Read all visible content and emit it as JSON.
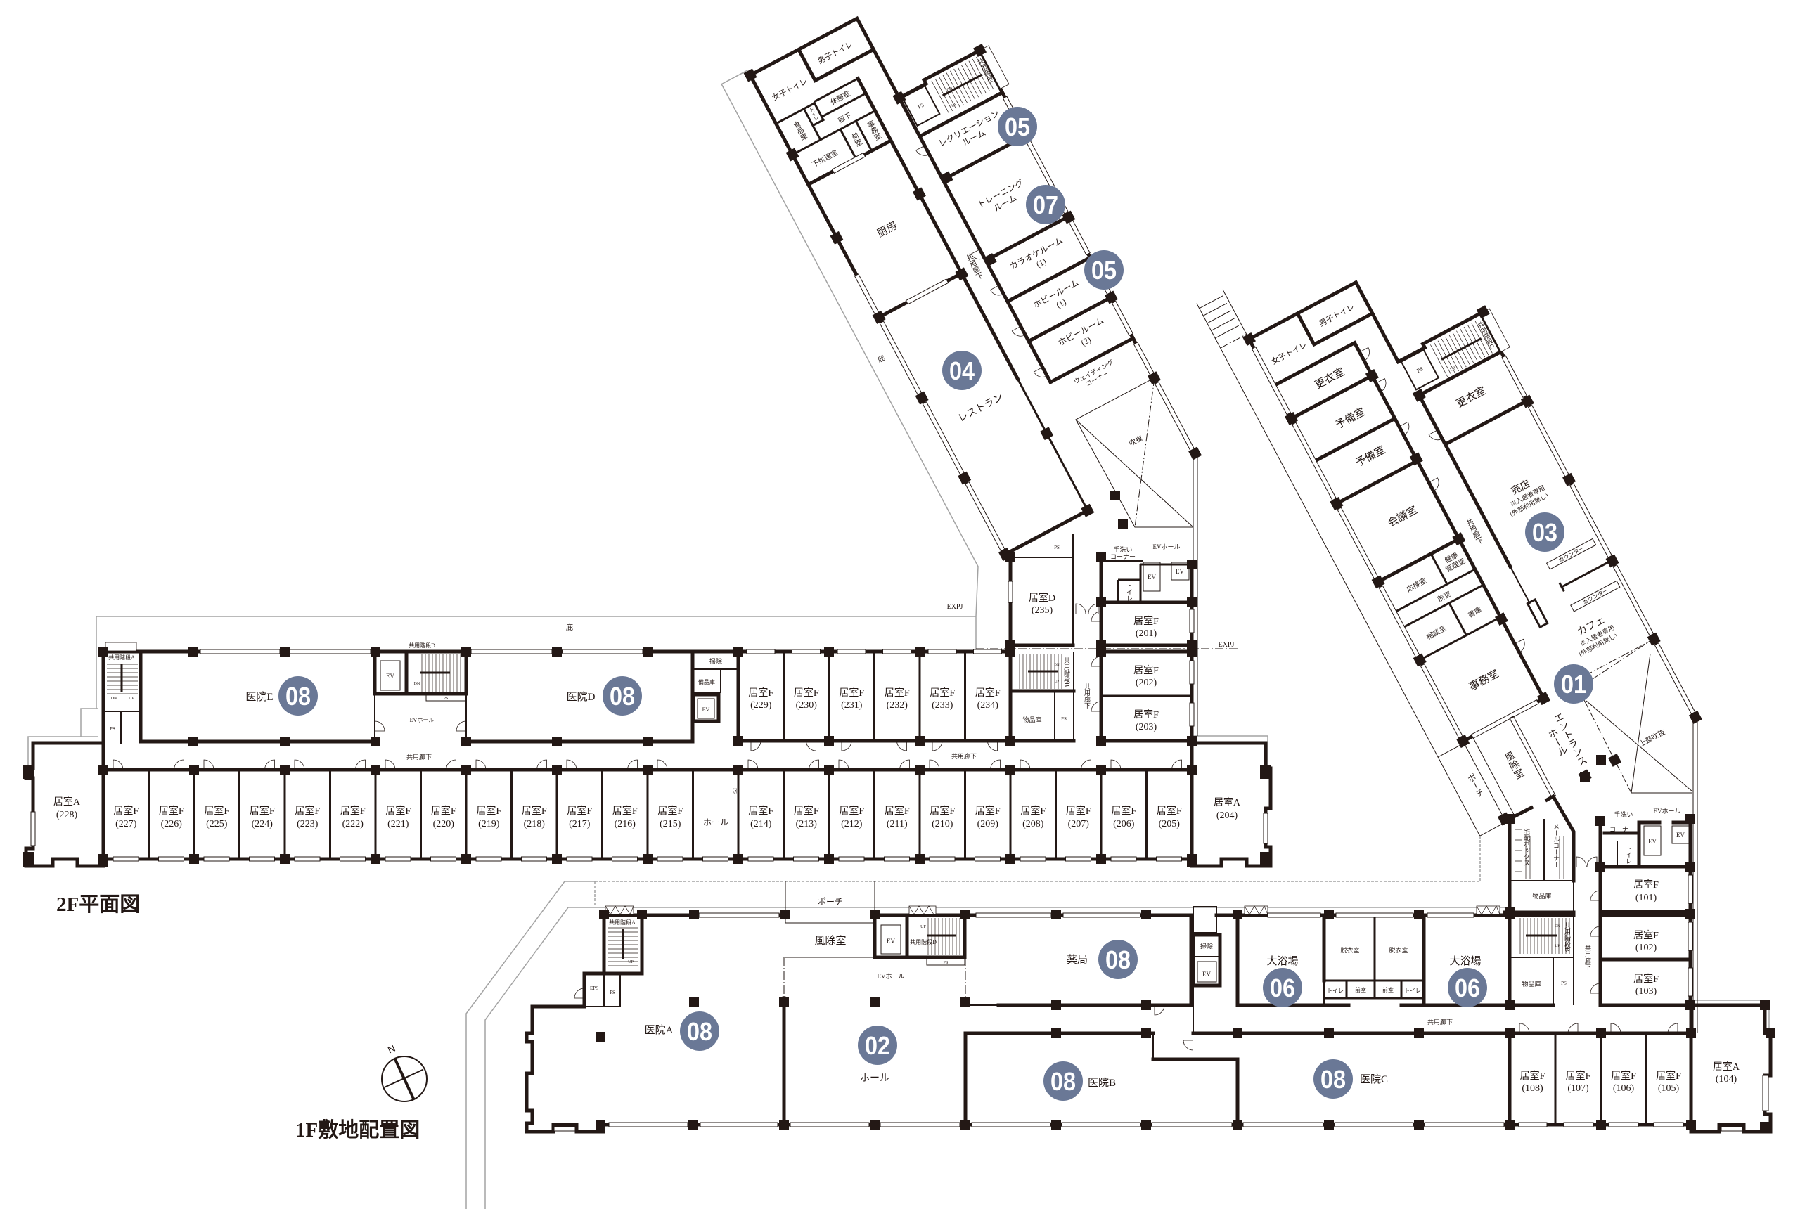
{
  "titles": {
    "floor2_plan": "2F平面図",
    "floor1_site_plan": "1F敷地配置図"
  },
  "compass": {
    "north": "N"
  },
  "colors": {
    "badge_fill": "#6a7896",
    "badge_text": "#ffffff",
    "wall": "#231815",
    "site_outline": "#a3a3a3"
  },
  "common": {
    "ps": "PS",
    "eps": "EPS",
    "ev": "EV",
    "up": "UP",
    "dn": "DN",
    "expj": "EXPJ",
    "ev_hall": "EVホール",
    "corridor": "共用廊下",
    "toilet": "トイレ",
    "anteroom": "前室",
    "goods_storage": "物品庫",
    "cleaning": "掃除",
    "hand_wash_corner": [
      "手洗い",
      "コーナー"
    ]
  },
  "badges": {
    "recreation_room": "05",
    "training_room": "07",
    "karaoke_hobby_rooms": "05",
    "restaurant": "04",
    "clinic_e": "08",
    "clinic_d": "08",
    "shop_cafe": "03",
    "entrance": "01",
    "clinic_a": "08",
    "hall": "02",
    "pharmacy": "08",
    "large_bath_west": "06",
    "large_bath_east": "06",
    "clinic_b": "08",
    "clinic_c": "08"
  },
  "floor2": {
    "eaves": "庇",
    "stair_a": "共用階段A",
    "stair_b": "共用階段B",
    "stair_d": "共用階段D",
    "clinic_e": "医院E",
    "clinic_d": "医院D",
    "hall": "ホール",
    "supply_storage": "備品庫",
    "atrium": "吹抜",
    "room_a_west": {
      "type": "居室A",
      "no": "(228)"
    },
    "rooms_south_west": [
      {
        "type": "居室F",
        "no": "(227)"
      },
      {
        "type": "居室F",
        "no": "(226)"
      },
      {
        "type": "居室F",
        "no": "(225)"
      },
      {
        "type": "居室F",
        "no": "(224)"
      },
      {
        "type": "居室F",
        "no": "(223)"
      },
      {
        "type": "居室F",
        "no": "(222)"
      },
      {
        "type": "居室F",
        "no": "(221)"
      },
      {
        "type": "居室F",
        "no": "(220)"
      },
      {
        "type": "居室F",
        "no": "(219)"
      },
      {
        "type": "居室F",
        "no": "(218)"
      },
      {
        "type": "居室F",
        "no": "(217)"
      },
      {
        "type": "居室F",
        "no": "(216)"
      },
      {
        "type": "居室F",
        "no": "(215)"
      }
    ],
    "rooms_south_east": [
      {
        "type": "居室F",
        "no": "(214)"
      },
      {
        "type": "居室F",
        "no": "(213)"
      },
      {
        "type": "居室F",
        "no": "(212)"
      },
      {
        "type": "居室F",
        "no": "(211)"
      },
      {
        "type": "居室F",
        "no": "(210)"
      },
      {
        "type": "居室F",
        "no": "(209)"
      },
      {
        "type": "居室F",
        "no": "(208)"
      },
      {
        "type": "居室F",
        "no": "(207)"
      },
      {
        "type": "居室F",
        "no": "(206)"
      },
      {
        "type": "居室F",
        "no": "(205)"
      }
    ],
    "room_a_east": {
      "type": "居室A",
      "no": "(204)"
    },
    "rooms_north": [
      {
        "type": "居室F",
        "no": "(229)"
      },
      {
        "type": "居室F",
        "no": "(230)"
      },
      {
        "type": "居室F",
        "no": "(231)"
      },
      {
        "type": "居室F",
        "no": "(232)"
      },
      {
        "type": "居室F",
        "no": "(233)"
      },
      {
        "type": "居室F",
        "no": "(234)"
      }
    ],
    "rooms_east": [
      {
        "type": "居室F",
        "no": "(201)"
      },
      {
        "type": "居室F",
        "no": "(202)"
      },
      {
        "type": "居室F",
        "no": "(203)"
      }
    ],
    "room_d": {
      "type": "居室D",
      "no": "(235)"
    },
    "wing": {
      "stair_c": "共用階段C",
      "womens_toilet": "女子トイレ",
      "mens_toilet": "男子トイレ",
      "break_room": "休憩室",
      "toilet": "トイレ",
      "food_storage": "食品庫",
      "hallway": "廊下",
      "prep_room": "下処理室",
      "anteroom": "前室",
      "office": "事務室",
      "kitchen": "厨房",
      "restaurant": "レストラン",
      "recreation_room": [
        "レクリエーション",
        "ルーム"
      ],
      "training_room": [
        "トレーニング",
        "ルーム"
      ],
      "karaoke_room": [
        "カラオケルーム",
        "(1)"
      ],
      "hobby_room_1": [
        "ホビールーム",
        "(1)"
      ],
      "hobby_room_2": [
        "ホビールーム",
        "(2)"
      ],
      "waiting_corner": [
        "ウェイティング",
        "コーナー"
      ]
    }
  },
  "floor1": {
    "porch": "ポーチ",
    "windbreak_room": "風除室",
    "stair_a": "共用階段A",
    "stair_b": "共用階段B",
    "stair_d": "共用階段D",
    "hall": "ホール",
    "clinic_a": "医院A",
    "clinic_b": "医院B",
    "clinic_c": "医院C",
    "pharmacy": "薬局",
    "large_bath": "大浴場",
    "dressing_room": "脱衣室",
    "delivery_box": "宅配ボックス",
    "mail_corner": "メールコーナー",
    "rooms_south": [
      {
        "type": "居室F",
        "no": "(108)"
      },
      {
        "type": "居室F",
        "no": "(107)"
      },
      {
        "type": "居室F",
        "no": "(106)"
      },
      {
        "type": "居室F",
        "no": "(105)"
      }
    ],
    "room_a": {
      "type": "居室A",
      "no": "(104)"
    },
    "rooms_east": [
      {
        "type": "居室F",
        "no": "(101)"
      },
      {
        "type": "居室F",
        "no": "(102)"
      },
      {
        "type": "居室F",
        "no": "(103)"
      }
    ],
    "wing": {
      "stair_c": "共用階段C",
      "womens_toilet": "女子トイレ",
      "mens_toilet": "男子トイレ",
      "changing_room": "更衣室",
      "spare_room": "予備室",
      "meeting_room": "会議室",
      "reception_room": "応接室",
      "health_room": [
        "健康",
        "管理室"
      ],
      "anteroom": "前室",
      "consultation_room": "相談室",
      "archive": "書庫",
      "office": "事務室",
      "shop": "売店",
      "cafe": "カフェ",
      "residents_only": "※入居者専用",
      "no_external_use": "(外部利用無し)",
      "counter": "カウンター",
      "entrance_hall": [
        "エントランス",
        "ホール"
      ],
      "porch": "ポーチ",
      "windbreak_room": "風除室",
      "atrium_above": "上部吹抜"
    }
  }
}
